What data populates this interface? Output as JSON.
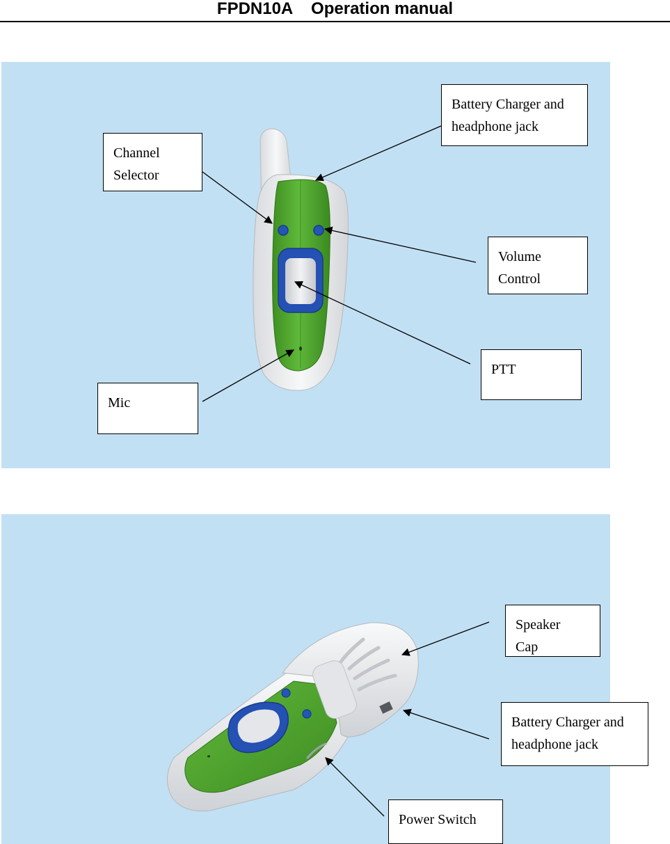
{
  "header": {
    "title": "FPDN10A    Operation manual"
  },
  "figure_front": {
    "callouts": {
      "battery_charger": "Battery Charger and\nheadphone jack",
      "channel_selector": "Channel\nSelector",
      "volume_control": "Volume\nControl",
      "ptt": "PTT",
      "mic": "Mic"
    },
    "colors": {
      "background": "#c2e0f4",
      "body_shell": "#f0f1f2",
      "front_panel": "#4fa52c",
      "buttons": "#2456b8"
    }
  },
  "figure_side": {
    "callouts": {
      "speaker_cap": "Speaker\nCap",
      "battery_charger": "Battery Charger and\nheadphone jack",
      "power_switch": "Power Switch"
    }
  }
}
